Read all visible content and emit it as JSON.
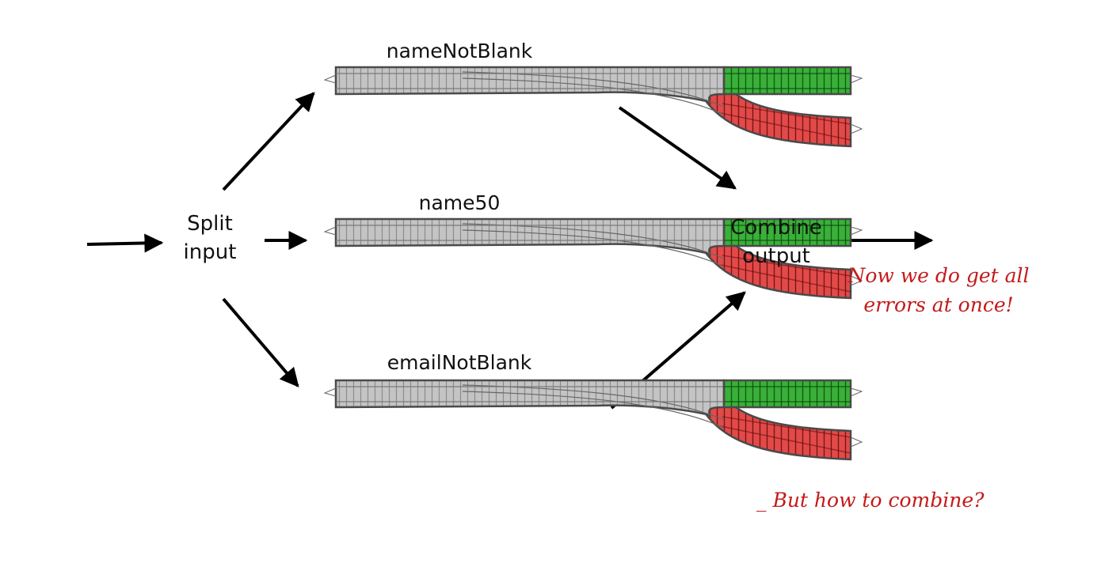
{
  "splitter": {
    "label_line1": "Split",
    "label_line2": "input"
  },
  "combiner": {
    "label_line1": "Combine",
    "label_line2": "output"
  },
  "tracks": [
    {
      "name": "nameNotBlank"
    },
    {
      "name": "name50"
    },
    {
      "name": "emailNotBlank"
    }
  ],
  "notes": {
    "all_errors_line1": "Now we do get all",
    "all_errors_line2": "errors at once!",
    "how_to_combine": "_ But how to combine?"
  },
  "colors": {
    "success_track": "#2faa2f",
    "failure_track": "#e03838",
    "neutral_track": "#b8b8b8",
    "annotation": "#c41a1a",
    "arrow": "#000000"
  }
}
